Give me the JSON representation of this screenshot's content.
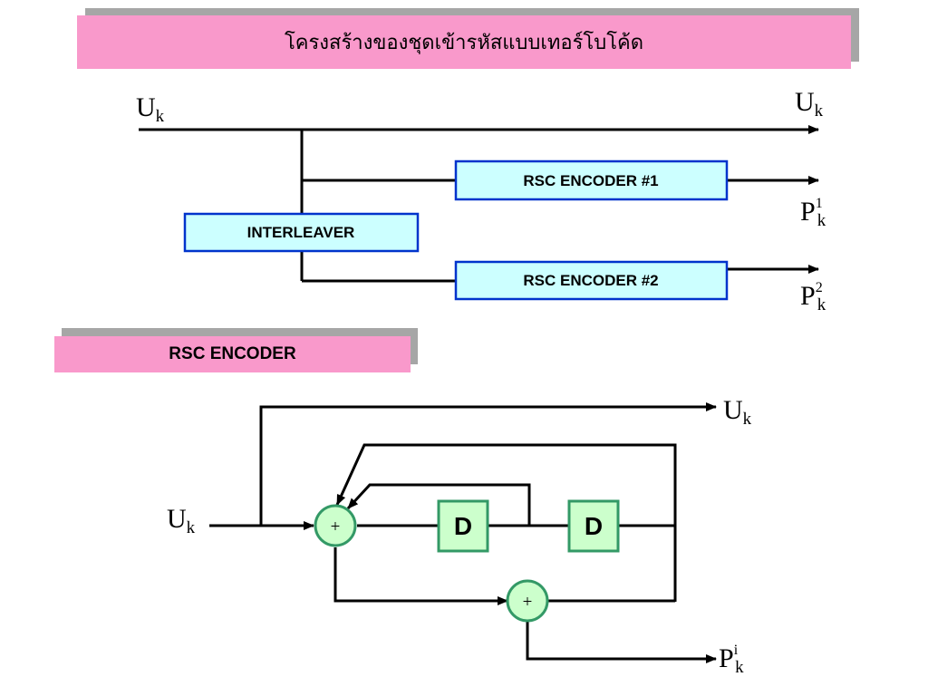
{
  "header": {
    "title": "โครงสร้างของชุดเข้ารหัสแบบเทอร์โบโค้ด"
  },
  "turbo": {
    "input_label": {
      "main": "U",
      "sub": "k"
    },
    "output_systematic": {
      "main": "U",
      "sub": "k"
    },
    "encoder1": "RSC ENCODER #1",
    "encoder2": "RSC ENCODER #2",
    "interleaver": "INTERLEAVER",
    "parity1": {
      "main": "P",
      "sup": "1",
      "sub": "k"
    },
    "parity2": {
      "main": "P",
      "sup": "2",
      "sub": "k"
    }
  },
  "rsc": {
    "section_title": "RSC ENCODER",
    "input_label": {
      "main": "U",
      "sub": "k"
    },
    "output_systematic": {
      "main": "U",
      "sub": "k"
    },
    "delay1": "D",
    "delay2": "D",
    "adder1": "+",
    "adder2": "+",
    "parity_out": {
      "main": "P",
      "sup": "i",
      "sub": "k"
    }
  },
  "colors": {
    "title_bg": "#f999cb",
    "title_shadow": "#a6a6a6",
    "encoder_box_fill": "#ccffff",
    "encoder_box_stroke": "#0033cc",
    "rsc_node_fill": "#ccffcc",
    "rsc_node_stroke": "#339966"
  }
}
